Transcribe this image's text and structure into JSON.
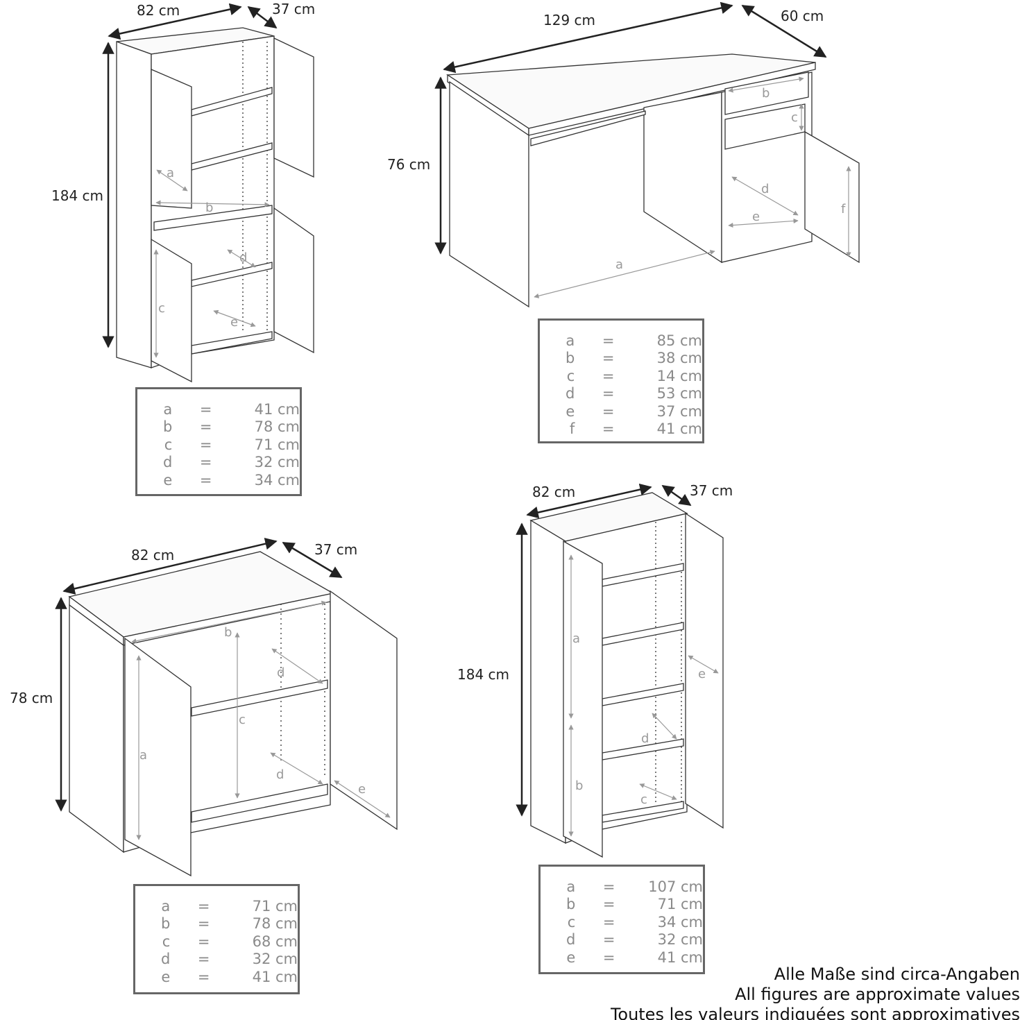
{
  "tall_cabinet_4_doors": {
    "width": "82 cm",
    "depth": "37 cm",
    "height": "184 cm",
    "labels": [
      "a",
      "b",
      "c",
      "d",
      "e"
    ],
    "legend": [
      {
        "key": "a",
        "eq": "=",
        "value": "41 cm"
      },
      {
        "key": "b",
        "eq": "=",
        "value": "78 cm"
      },
      {
        "key": "c",
        "eq": "=",
        "value": "71 cm"
      },
      {
        "key": "d",
        "eq": "=",
        "value": "32 cm"
      },
      {
        "key": "e",
        "eq": "=",
        "value": "34 cm"
      }
    ]
  },
  "desk": {
    "width": "129 cm",
    "depth": "60 cm",
    "height": "76 cm",
    "labels": [
      "a",
      "b",
      "c",
      "d",
      "e",
      "f"
    ],
    "legend": [
      {
        "key": "a",
        "eq": "=",
        "value": "85 cm"
      },
      {
        "key": "b",
        "eq": "=",
        "value": "38 cm"
      },
      {
        "key": "c",
        "eq": "=",
        "value": "14 cm"
      },
      {
        "key": "d",
        "eq": "=",
        "value": "53 cm"
      },
      {
        "key": "e",
        "eq": "=",
        "value": "37 cm"
      },
      {
        "key": "f",
        "eq": "=",
        "value": "41 cm"
      }
    ]
  },
  "low_cabinet": {
    "width": "82 cm",
    "depth": "37 cm",
    "height": "78 cm",
    "labels": [
      "a",
      "b",
      "c",
      "d",
      "d",
      "e"
    ],
    "legend": [
      {
        "key": "a",
        "eq": "=",
        "value": "71 cm"
      },
      {
        "key": "b",
        "eq": "=",
        "value": "78 cm"
      },
      {
        "key": "c",
        "eq": "=",
        "value": "68 cm"
      },
      {
        "key": "d",
        "eq": "=",
        "value": "32 cm"
      },
      {
        "key": "e",
        "eq": "=",
        "value": "41 cm"
      }
    ]
  },
  "tall_cabinet_2_doors": {
    "width": "82 cm",
    "depth": "37 cm",
    "height": "184 cm",
    "labels": [
      "a",
      "b",
      "c",
      "d",
      "e"
    ],
    "legend": [
      {
        "key": "a",
        "eq": "=",
        "value": "107 cm"
      },
      {
        "key": "b",
        "eq": "=",
        "value": "71 cm"
      },
      {
        "key": "c",
        "eq": "=",
        "value": "34 cm"
      },
      {
        "key": "d",
        "eq": "=",
        "value": "32 cm"
      },
      {
        "key": "e",
        "eq": "=",
        "value": "41 cm"
      }
    ]
  },
  "notes": [
    "Alle Maße sind circa-Angaben",
    "All figures are approximate values",
    "Toutes les valeurs indiquées sont approximatives"
  ]
}
